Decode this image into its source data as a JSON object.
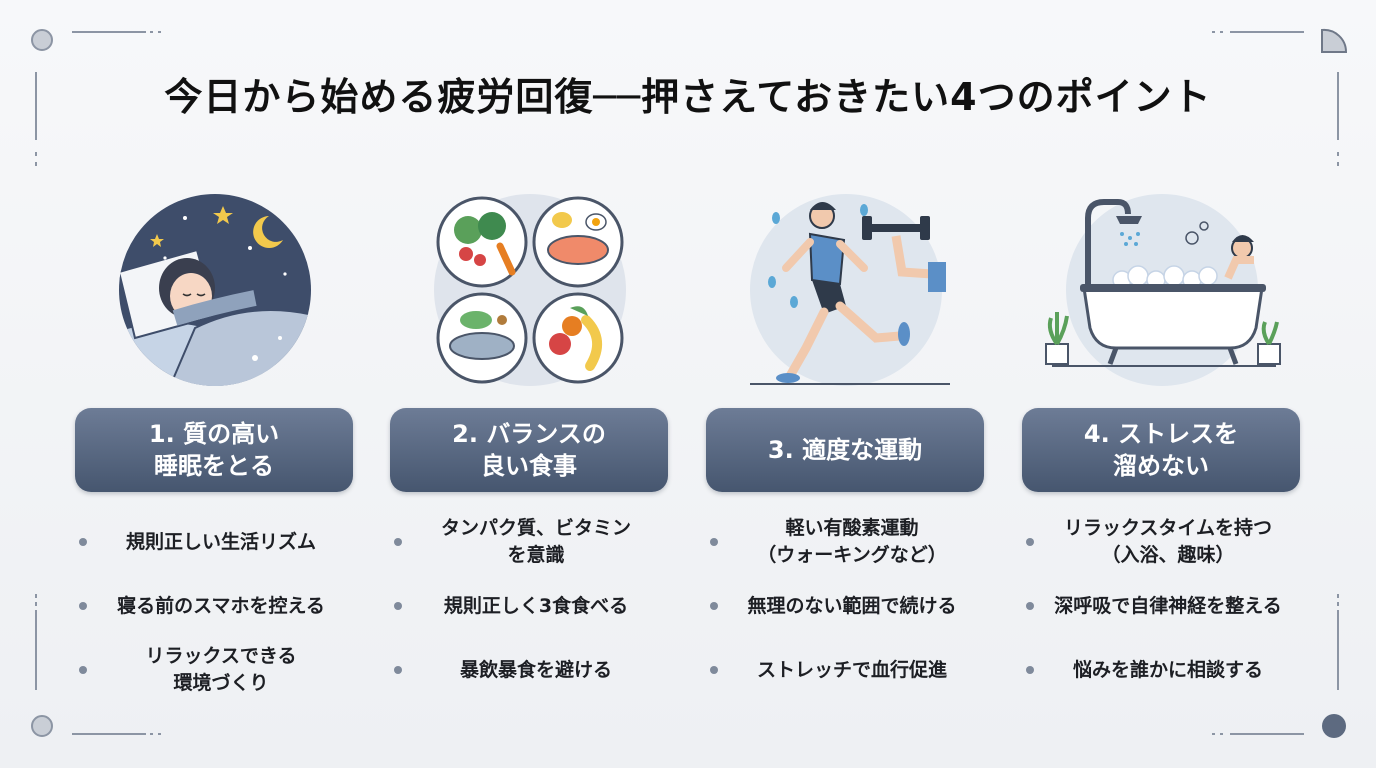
{
  "title": "今日から始める疲労回復──押さえておきたい4つのポイント",
  "colors": {
    "label_bg": "#56657e",
    "accent": "#3f4e66",
    "dot": "#7f8a9b"
  },
  "points": [
    {
      "label_l1": "1. 質の高い",
      "label_l2": "睡眠をとる",
      "icon": "sleeping-person-icon",
      "items": [
        "規則正しい生活リズム",
        "寝る前のスマホを控える",
        "リラックスできる\n環境づくり"
      ]
    },
    {
      "label_l1": "2. バランスの",
      "label_l2": "良い食事",
      "icon": "balanced-meal-icon",
      "items": [
        "タンパク質、ビタミン\nを意識",
        "規則正しく3食食べる",
        "暴飲暴食を避ける"
      ]
    },
    {
      "label_l1": "3. 適度な運動",
      "label_l2": "",
      "icon": "running-person-icon",
      "items": [
        "軽い有酸素運動\n（ウォーキングなど）",
        "無理のない範囲で続ける",
        "ストレッチで血行促進"
      ]
    },
    {
      "label_l1": "4. ストレスを",
      "label_l2": "溜めない",
      "icon": "bathtub-icon",
      "items": [
        "リラックスタイムを持つ\n（入浴、趣味）",
        "深呼吸で自律神経を整える",
        "悩みを誰かに相談する"
      ]
    }
  ]
}
